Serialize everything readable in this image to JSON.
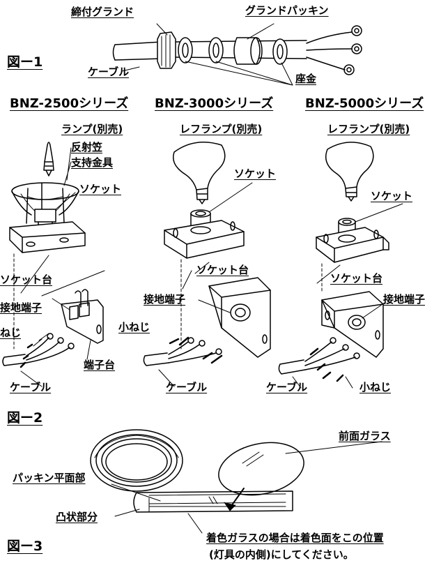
{
  "figures": {
    "fig1": "図ー1",
    "fig2": "図ー2",
    "fig3": "図ー3"
  },
  "fig1_labels": {
    "gland": "締付グランド",
    "packing": "グランドパッキン",
    "cable": "ケーブル",
    "washer": "座金"
  },
  "series": [
    {
      "name": "BNZ-2500シリーズ"
    },
    {
      "name": "BNZ-3000シリーズ"
    },
    {
      "name": "BNZ-5000シリーズ"
    }
  ],
  "bnz2500": {
    "lamp": "ランプ(別売)",
    "reflector": "反射笠",
    "bracket": "支持金具",
    "socket": "ソケット",
    "socket_base": "ソケット台",
    "ground_terminal": "接地端子",
    "screw": "ねじ",
    "terminal_block": "端子台",
    "cable": "ケーブル"
  },
  "bnz3000": {
    "lamp": "レフランプ(別売)",
    "socket": "ソケット",
    "socket_base": "ソケット台",
    "ground_terminal": "接地端子",
    "screw": "小ねじ",
    "cable": "ケーブル"
  },
  "bnz5000": {
    "lamp": "レフランプ(別売)",
    "socket": "ソケット",
    "socket_base": "ソケット台",
    "ground_terminal": "接地端子",
    "cable": "ケーブル",
    "screw": "小ねじ"
  },
  "fig3_labels": {
    "front_glass": "前面ガラス",
    "packing_flat": "パッキン平面部",
    "convex": "凸状部分",
    "note_line1": "着色ガラスの場合は着色面をこの位置",
    "note_line2": "(灯具の内側)にしてください。"
  }
}
